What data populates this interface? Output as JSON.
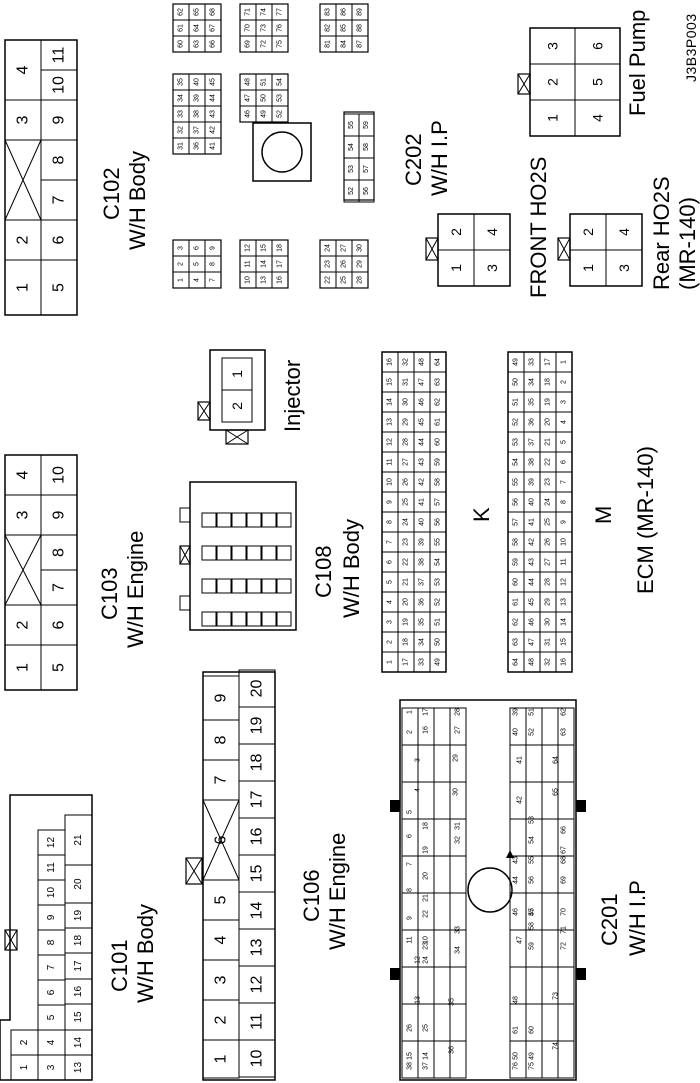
{
  "code": "J3B3P003",
  "labels": {
    "c102_1": "C102",
    "c102_2": "W/H Body",
    "c103_1": "C103",
    "c103_2": "W/H Engine",
    "c101_1": "C101",
    "c101_2": "W/H Body",
    "c106_1": "C106",
    "c106_2": "W/H Engine",
    "c108_1": "C108",
    "c108_2": "W/H Body",
    "injector": "Injector",
    "c202_1": "C202",
    "c202_2": "W/H I.P",
    "front_ho2s": "FRONT HO2S",
    "rear_ho2s_1": "Rear HO2S",
    "rear_ho2s_2": "(MR-140)",
    "fuel_pump": "Fuel Pump",
    "k": "K",
    "m": "M",
    "ecm": "ECM (MR-140)",
    "c201_1": "C201",
    "c201_2": "W/H I.P"
  },
  "connectors": {
    "c102": {
      "top": [
        "1",
        "2",
        "3",
        "4"
      ],
      "bottom": [
        "5",
        "6",
        "7",
        "8",
        "9",
        "10",
        "11"
      ]
    },
    "c103": {
      "top": [
        "1",
        "2",
        "3",
        "4"
      ],
      "bottom": [
        "5",
        "6",
        "7",
        "8",
        "9",
        "10"
      ]
    },
    "c106": {
      "top": [
        "1",
        "2",
        "3",
        "4",
        "5",
        "6",
        "7",
        "8",
        "9"
      ],
      "bottom": [
        "10",
        "11",
        "12",
        "13",
        "14",
        "15",
        "16",
        "17",
        "18",
        "19",
        "20"
      ]
    },
    "c101": {
      "r1": [
        "1",
        "2"
      ],
      "r2": [
        "3",
        "4",
        "5",
        "6",
        "7",
        "8",
        "9",
        "10",
        "11",
        "12"
      ],
      "r3": [
        "13",
        "14",
        "15",
        "16",
        "17",
        "18",
        "19",
        "20",
        "21"
      ]
    },
    "injector": [
      "1",
      "2"
    ],
    "front_ho2s": [
      "1",
      "2",
      "3",
      "4"
    ],
    "rear_ho2s": [
      "1",
      "2",
      "3",
      "4"
    ],
    "fuel_pump": [
      "1",
      "2",
      "3",
      "4",
      "5",
      "6"
    ],
    "c202": [
      "52",
      "53",
      "54",
      "55",
      "56",
      "57",
      "58",
      "59"
    ]
  }
}
